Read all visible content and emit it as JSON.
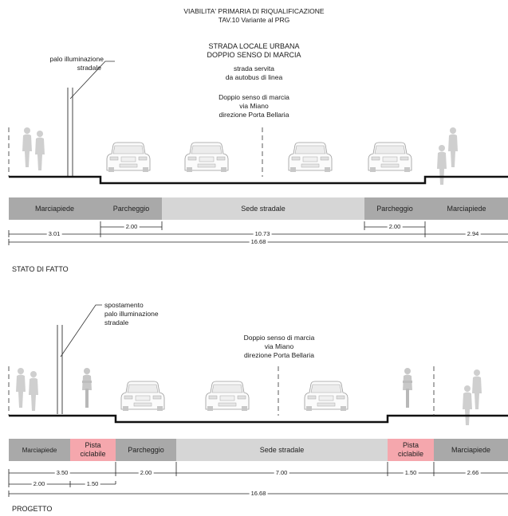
{
  "header": {
    "line1": "VIABILITA' PRIMARIA DI RIQUALIFICAZIONE",
    "line2": "TAV.10 Variante al PRG"
  },
  "top": {
    "road_type1": "STRADA LOCALE URBANA",
    "road_type2": "DOPPIO SENSO DI MARCIA",
    "bus1": "strada servita",
    "bus2": "da autobus di linea",
    "dir1": "Doppio senso di marcia",
    "dir2": "via Miano",
    "dir3": "direzione Porta Bellaria",
    "lamp1": "palo illuminazione",
    "lamp2": "stradale",
    "bands": {
      "marciapiede_left": "Marciapiede",
      "parcheggio_left": "Parcheggio",
      "sede": "Sede stradale",
      "parcheggio_right": "Parcheggio",
      "marciapiede_right": "Marciapiede"
    },
    "dims": {
      "d_left": "3.01",
      "d_park_left": "2.00",
      "d_center": "10.73",
      "d_park_right": "2.00",
      "d_right": "2.94",
      "d_total": "16.68"
    },
    "section_label": "STATO DI FATTO"
  },
  "bottom": {
    "lamp1": "spostamento",
    "lamp2": "palo illuminazione",
    "lamp3": "stradale",
    "dir1": "Doppio senso di marcia",
    "dir2": "via Miano",
    "dir3": "direzione Porta Bellaria",
    "bands": {
      "marciapiede_left": "Marciapiede",
      "pista_left_1": "Pista",
      "pista_left_2": "ciclabile",
      "parcheggio": "Parcheggio",
      "sede": "Sede stradale",
      "pista_right_1": "Pista",
      "pista_right_2": "ciclabile",
      "marciapiede_right": "Marciapiede"
    },
    "dims": {
      "d_left_total": "3.50",
      "d_marc": "2.00",
      "d_pista_left": "1.50",
      "d_park": "2.00",
      "d_sede": "7.00",
      "d_pista_right": "1.50",
      "d_right": "2.66",
      "d_total": "16.68"
    },
    "section_label": "PROGETTO"
  },
  "colors": {
    "band_dark": "#a9a9a9",
    "band_light": "#d6d6d6",
    "bike_lane": "#f5a7ad"
  }
}
